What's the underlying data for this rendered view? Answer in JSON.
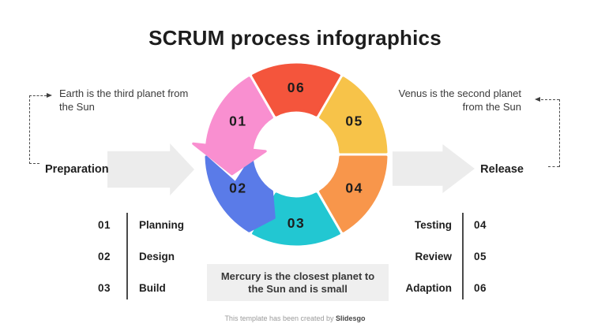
{
  "title": "SCRUM process infographics",
  "left_flow": {
    "annotation_line1": "Earth is the third planet from",
    "annotation_line2": "the Sun",
    "label": "Preparation"
  },
  "right_flow": {
    "annotation_line1": "Venus is the second planet",
    "annotation_line2": "from the Sun",
    "label": "Release"
  },
  "wheel": {
    "segments": [
      {
        "label": "01",
        "color": "#F98FD0"
      },
      {
        "label": "02",
        "color": "#5A7BE8"
      },
      {
        "label": "03",
        "color": "#22C7D2"
      },
      {
        "label": "04",
        "color": "#F8964B"
      },
      {
        "label": "05",
        "color": "#F7C349"
      },
      {
        "label": "06",
        "color": "#F4553C"
      }
    ]
  },
  "left_list": {
    "items": [
      {
        "num": "01",
        "label": "Planning"
      },
      {
        "num": "02",
        "label": "Design"
      },
      {
        "num": "03",
        "label": "Build"
      }
    ]
  },
  "right_list": {
    "items": [
      {
        "label": "Testing",
        "num": "04"
      },
      {
        "label": "Review",
        "num": "05"
      },
      {
        "label": "Adaption",
        "num": "06"
      }
    ]
  },
  "callout": {
    "line1": "Mercury is the closest planet to",
    "line2": "the Sun and is small"
  },
  "footer": {
    "prefix": "This template has been created by ",
    "brand": "Slidesgo"
  },
  "colors": {
    "block_arrow_gray": "#ECECEC",
    "callout_bg": "#EFEFEF",
    "text_dark": "#1E1E1E",
    "annotation_text": "#3A3A3A",
    "dashed_line": "#4B4B4B",
    "footer_gray": "#9B9B9B"
  }
}
